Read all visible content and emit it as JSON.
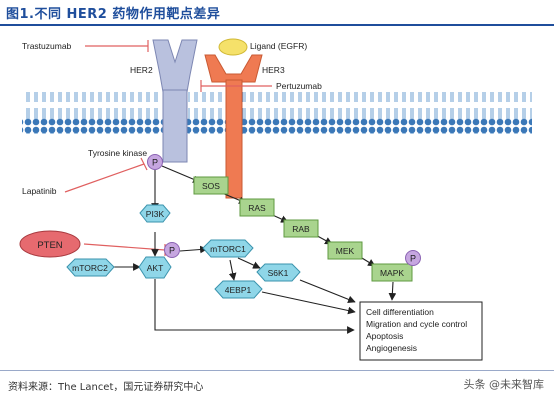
{
  "header": {
    "title": "图1.不同 HER2 药物作用靶点差异"
  },
  "diagram": {
    "drugs": {
      "trastuzumab": "Trastuzumab",
      "pertuzumab": "Pertuzumab",
      "lapatinib": "Lapatinib"
    },
    "receptors": {
      "her2": "HER2",
      "her3": "HER3",
      "ligand": "Ligand (EGFR)",
      "tyrosine_kinase": "Tyrosine kinase"
    },
    "nodes": {
      "sos": "SOS",
      "ras": "RAS",
      "rab": "RAB",
      "mek": "MEK",
      "mapk": "MAPK",
      "pi3k": "PI3K",
      "akt": "AKT",
      "mtorc1": "mTORC1",
      "mtorc2": "mTORC2",
      "s6k1": "S6K1",
      "4ebp1": "4EBP1",
      "pten": "PTEN",
      "p": "P"
    },
    "outcomes": [
      "Cell differentiation",
      "Migration and cycle control",
      "Apoptosis",
      "Angiogenesis"
    ]
  },
  "footer": {
    "source": "资料来源：The Lancet，国元证券研究中心",
    "watermark": "头条 @未来智库"
  }
}
